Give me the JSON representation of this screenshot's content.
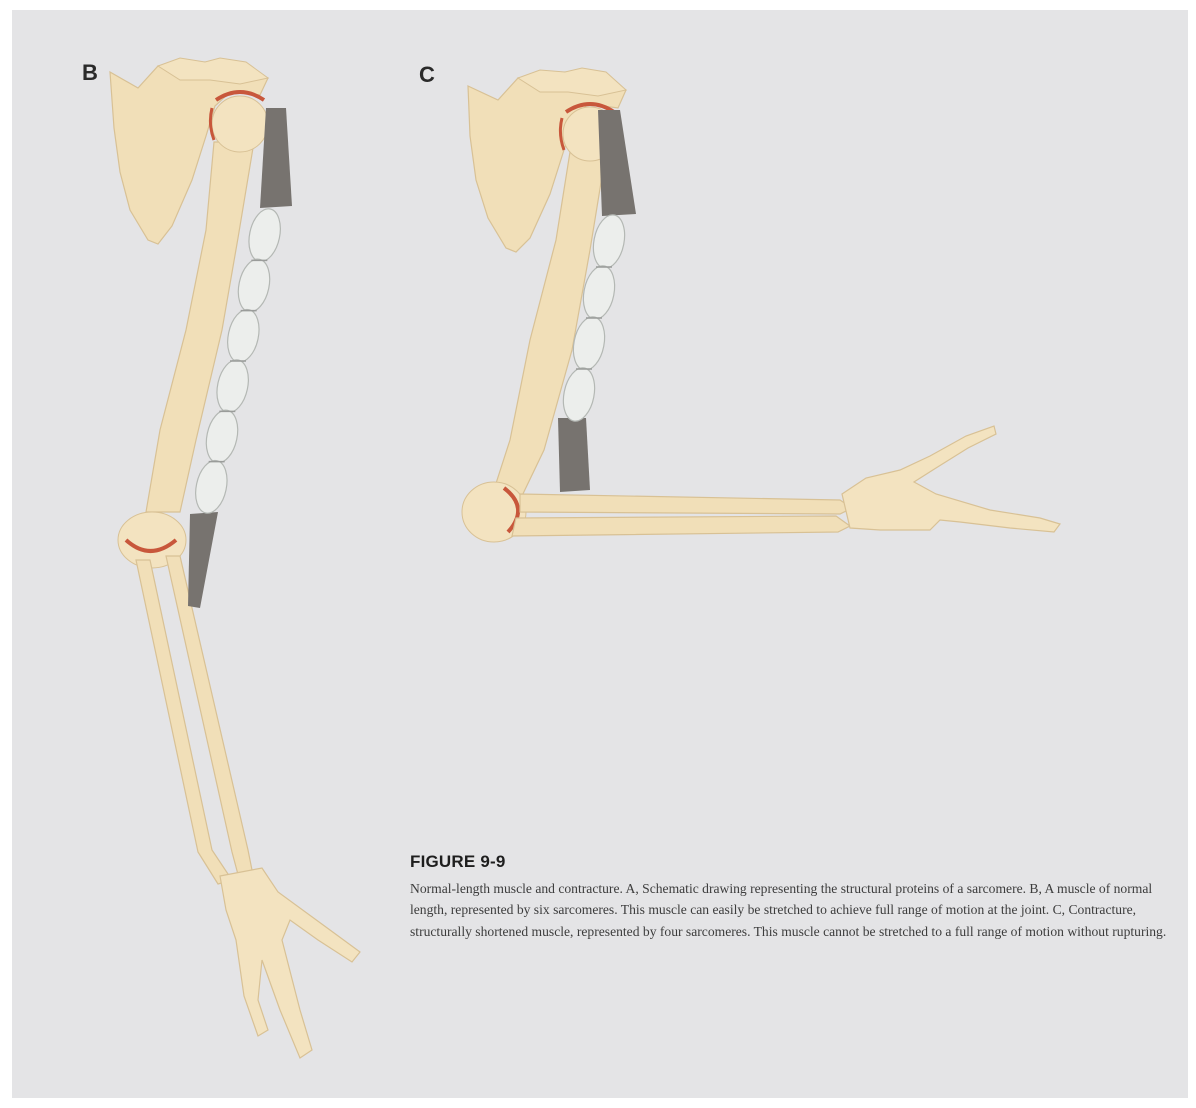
{
  "panels": {
    "b_label": "B",
    "c_label": "C"
  },
  "caption": {
    "title": "FIGURE 9-9",
    "body": "Normal-length muscle and contracture. A, Schematic drawing representing the structural proteins of a sarcomere. B, A muscle of normal length, represented by six sarcomeres. This muscle can easily be stretched to achieve full range of motion at the joint. C, Contracture, structurally shortened muscle, represented by four sarcomeres. This muscle cannot be stretched to a full range of motion without rupturing."
  },
  "panel_b": {
    "sarcomere_count": 6
  },
  "panel_c": {
    "sarcomere_count": 4
  },
  "colors": {
    "background": "#e4e4e6",
    "bone": "#f1dfb8",
    "bone_outline": "#d8c195",
    "tendon": "#77736f",
    "sarcomere": "#eceeec",
    "sarcomere_outline": "#b4b8b4",
    "joint_cartilage": "#c8573b"
  }
}
